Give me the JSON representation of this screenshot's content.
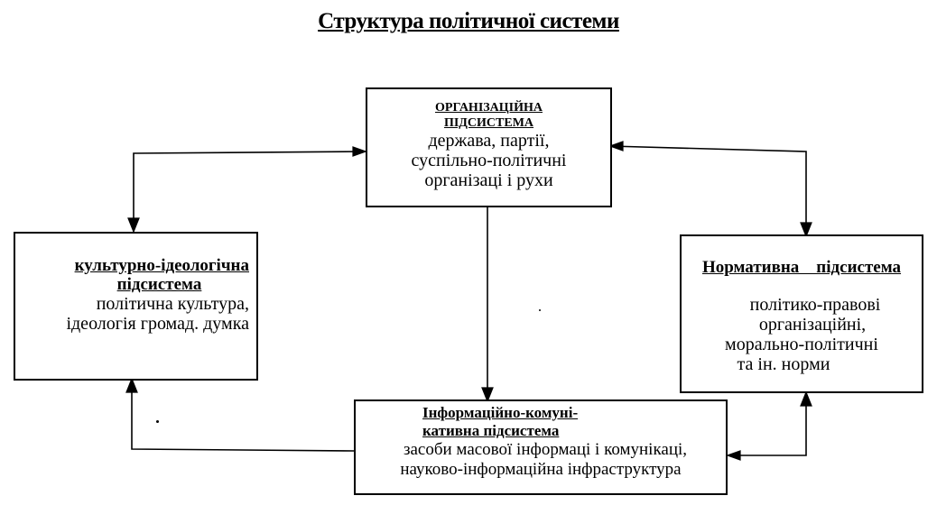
{
  "title": "Структура політичної системи",
  "boxes": {
    "organizational": {
      "heading_line1": "ОРГАНІЗАЦІЙНА",
      "heading_line2": "ПІДСИСТЕМА",
      "text_line1": "держава, партії,",
      "text_line2": "суспільно-політичні",
      "text_line3": "організаці і рухи"
    },
    "cultural": {
      "heading_line1": "культурно-ідеологічна",
      "heading_line2": "підсистема",
      "text_line1": "політична культура,",
      "text_line2": "ідеологія громад. думка"
    },
    "normative": {
      "heading": "Нормативна    підсистема",
      "text_line1": "політико-правові",
      "text_line2": "організаційні,",
      "text_line3": "морально-політичні",
      "text_line4": "та ін. норми"
    },
    "informational": {
      "heading_line1": "Інформаційно-комуні-",
      "heading_line2": "кативна підсистема",
      "text_line1": "засоби масової інформаці і комунікаці,",
      "text_line2": "науково-інформаційна інфраструктура"
    }
  }
}
